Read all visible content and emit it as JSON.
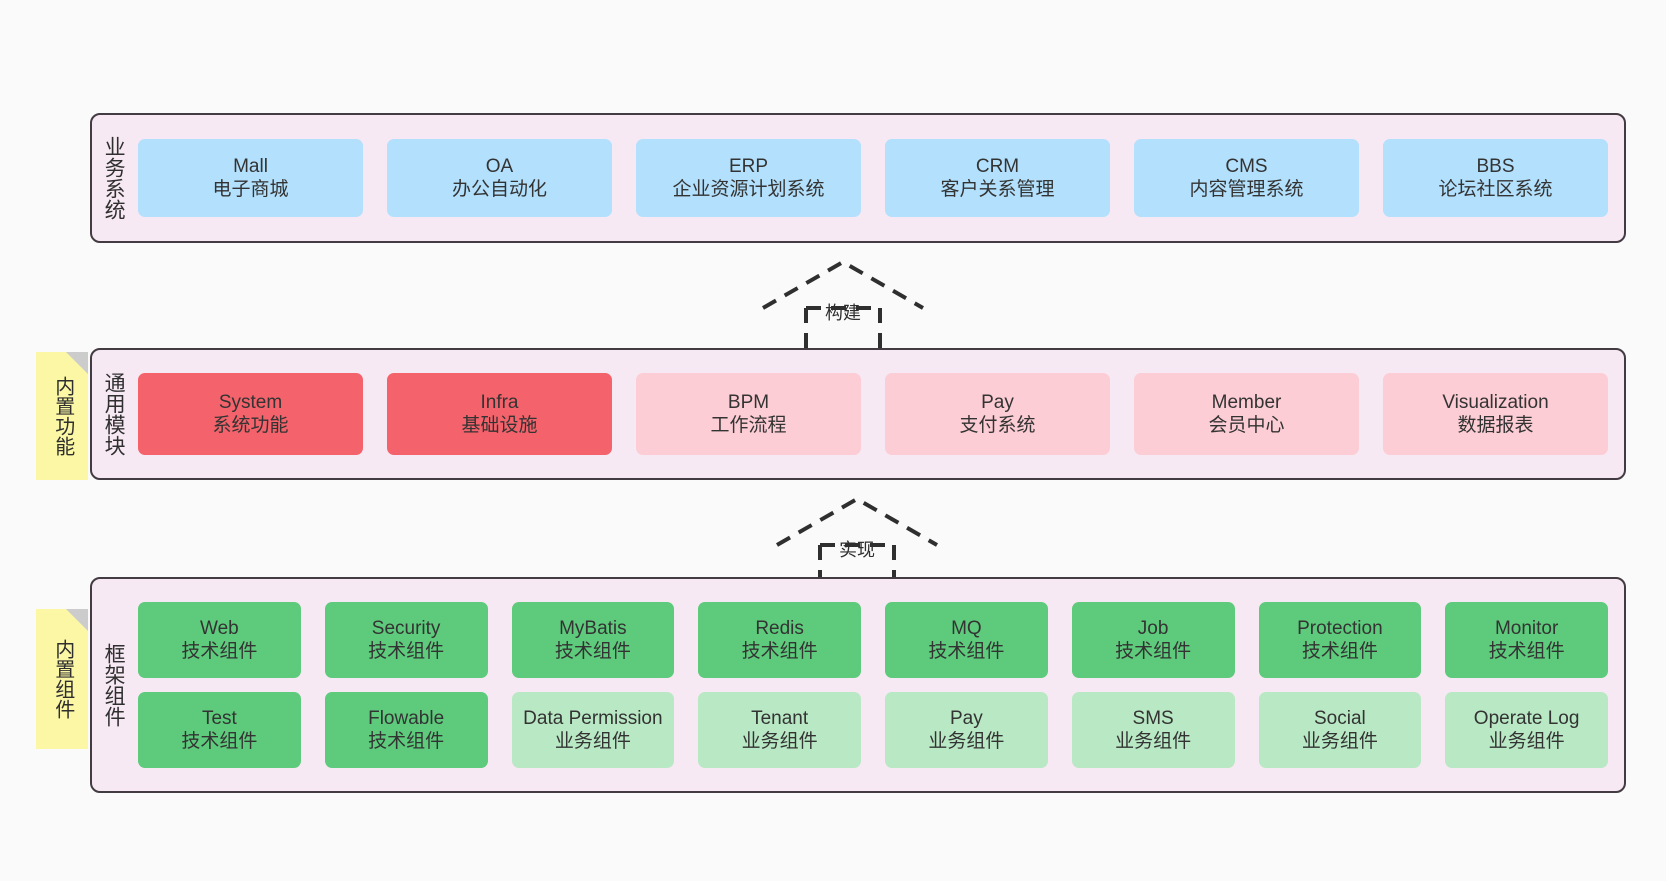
{
  "diagram": {
    "background_color": "#fafafa",
    "panel_color": "#f7e9f3",
    "panel_border_color": "#433b42",
    "note_color": "#fbf7a5",
    "note_fold_color": "#cccccc"
  },
  "layers": [
    {
      "id": "business-system",
      "label": "业务系统",
      "note": null,
      "rows": [
        {
          "boxes": [
            {
              "title": "Mall",
              "subtitle": "电子商城",
              "color": "#b3e0fc",
              "style": "blue"
            },
            {
              "title": "OA",
              "subtitle": "办公自动化",
              "color": "#b3e0fc",
              "style": "blue"
            },
            {
              "title": "ERP",
              "subtitle": "企业资源计划系统",
              "color": "#b3e0fc",
              "style": "blue"
            },
            {
              "title": "CRM",
              "subtitle": "客户关系管理",
              "color": "#b3e0fc",
              "style": "blue"
            },
            {
              "title": "CMS",
              "subtitle": "内容管理系统",
              "color": "#b3e0fc",
              "style": "blue"
            },
            {
              "title": "BBS",
              "subtitle": "论坛社区系统",
              "color": "#b3e0fc",
              "style": "blue"
            }
          ]
        }
      ]
    },
    {
      "id": "common-module",
      "label": "通用模块",
      "note": "内置功能",
      "rows": [
        {
          "boxes": [
            {
              "title": "System",
              "subtitle": "系统功能",
              "color": "#f4636b",
              "style": "red"
            },
            {
              "title": "Infra",
              "subtitle": "基础设施",
              "color": "#f4636b",
              "style": "red"
            },
            {
              "title": "BPM",
              "subtitle": "工作流程",
              "color": "#fccdd4",
              "style": "pink"
            },
            {
              "title": "Pay",
              "subtitle": "支付系统",
              "color": "#fccdd4",
              "style": "pink"
            },
            {
              "title": "Member",
              "subtitle": "会员中心",
              "color": "#fccdd4",
              "style": "pink"
            },
            {
              "title": "Visualization",
              "subtitle": "数据报表",
              "color": "#fccdd4",
              "style": "pink"
            }
          ]
        }
      ]
    },
    {
      "id": "framework-component",
      "label": "框架组件",
      "note": "内置组件",
      "rows": [
        {
          "boxes": [
            {
              "title": "Web",
              "subtitle": "技术组件",
              "color": "#5ecb7c",
              "style": "green"
            },
            {
              "title": "Security",
              "subtitle": "技术组件",
              "color": "#5ecb7c",
              "style": "green"
            },
            {
              "title": "MyBatis",
              "subtitle": "技术组件",
              "color": "#5ecb7c",
              "style": "green"
            },
            {
              "title": "Redis",
              "subtitle": "技术组件",
              "color": "#5ecb7c",
              "style": "green"
            },
            {
              "title": "MQ",
              "subtitle": "技术组件",
              "color": "#5ecb7c",
              "style": "green"
            },
            {
              "title": "Job",
              "subtitle": "技术组件",
              "color": "#5ecb7c",
              "style": "green"
            },
            {
              "title": "Protection",
              "subtitle": "技术组件",
              "color": "#5ecb7c",
              "style": "green"
            },
            {
              "title": "Monitor",
              "subtitle": "技术组件",
              "color": "#5ecb7c",
              "style": "green"
            }
          ]
        },
        {
          "boxes": [
            {
              "title": "Test",
              "subtitle": "技术组件",
              "color": "#5ecb7c",
              "style": "green"
            },
            {
              "title": "Flowable",
              "subtitle": "技术组件",
              "color": "#5ecb7c",
              "style": "green"
            },
            {
              "title": "Data Permission",
              "subtitle": "业务组件",
              "color": "#b9e8c4",
              "style": "green-light"
            },
            {
              "title": "Tenant",
              "subtitle": "业务组件",
              "color": "#b9e8c4",
              "style": "green-light"
            },
            {
              "title": "Pay",
              "subtitle": "业务组件",
              "color": "#b9e8c4",
              "style": "green-light"
            },
            {
              "title": "SMS",
              "subtitle": "业务组件",
              "color": "#b9e8c4",
              "style": "green-light"
            },
            {
              "title": "Social",
              "subtitle": "业务组件",
              "color": "#b9e8c4",
              "style": "green-light"
            },
            {
              "title": "Operate Log",
              "subtitle": "业务组件",
              "color": "#b9e8c4",
              "style": "green-light"
            }
          ]
        }
      ]
    }
  ],
  "connectors": [
    {
      "id": "build",
      "label": "构建",
      "from": "common-module",
      "to": "business-system"
    },
    {
      "id": "implement",
      "label": "实现",
      "from": "framework-component",
      "to": "common-module"
    }
  ]
}
